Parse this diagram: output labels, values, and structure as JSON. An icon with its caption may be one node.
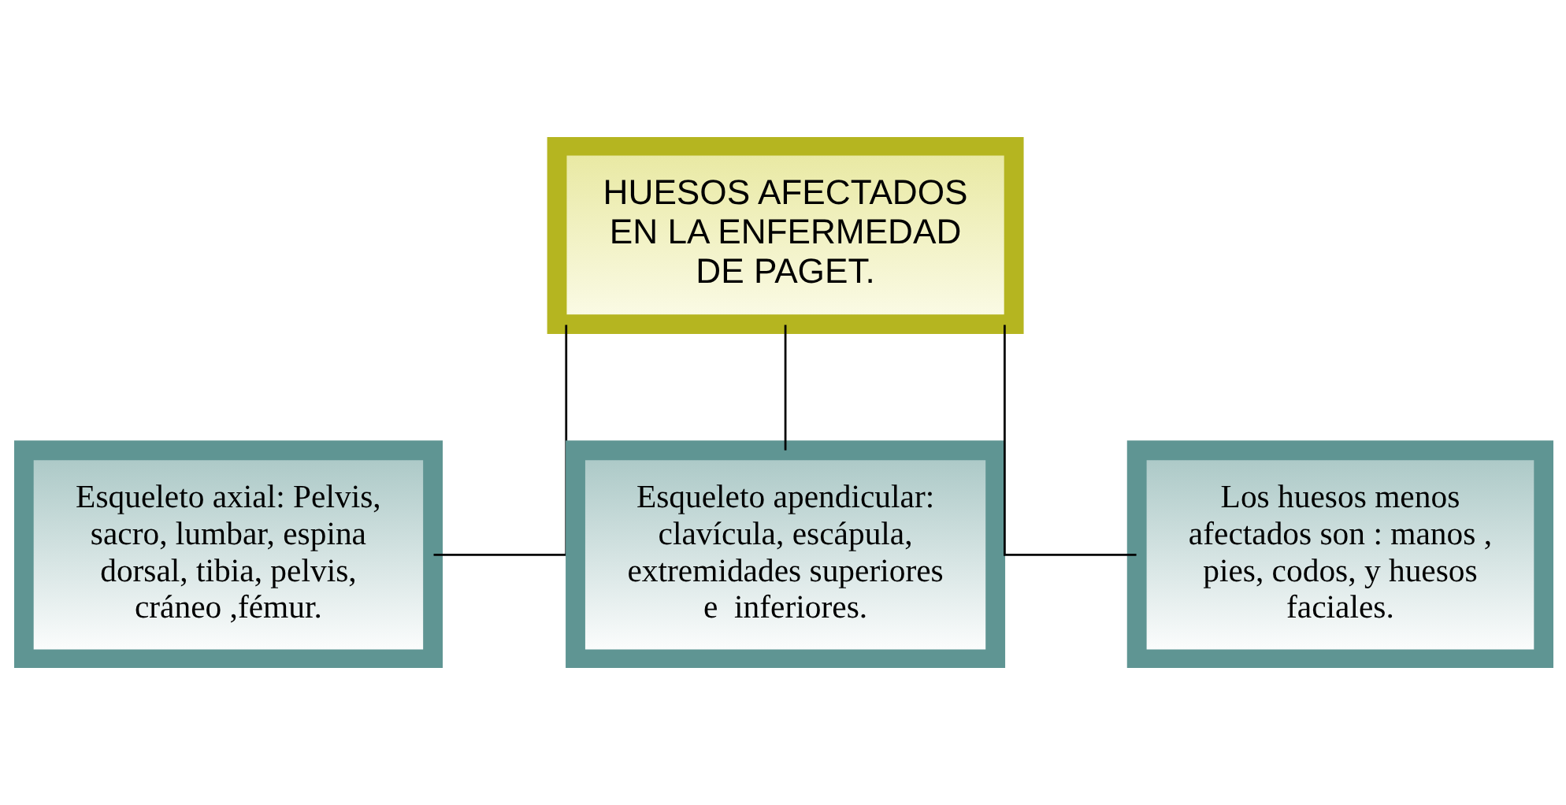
{
  "diagram": {
    "nodes": [
      {
        "text": [
          "HUESOS AFECTADOS EN LA ENFERMEDAD DE PAGET."
        ]
      },
      {
        "text": [
          "Esqueleto axial: Pelvis, sacro, lumbar, espina dorsal, tibia, pelvis, cráneo ,fémur."
        ]
      },
      {
        "text": [
          "Esqueleto apendicular: clavícula, escápula, extremidades superiores e  inferiores."
        ]
      },
      {
        "text": [
          "Los huesos menos afectados son : manos , pies, codos, y huesos faciales."
        ]
      }
    ],
    "edges": [
      {
        "from": 0,
        "to": 1,
        "arrow": "none"
      },
      {
        "from": 0,
        "to": 2,
        "arrow": "none"
      },
      {
        "from": 0,
        "to": 3,
        "arrow": "none"
      }
    ]
  }
}
